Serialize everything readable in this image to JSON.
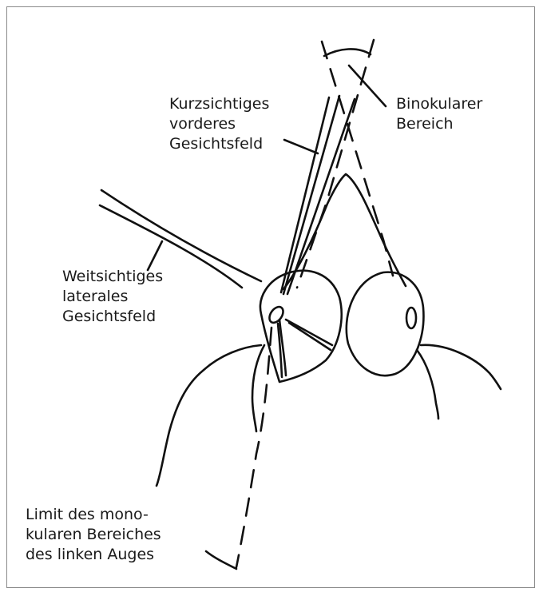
{
  "labels": {
    "binocular_area": "Binokularer\nBereich",
    "short_sighted_front_field": "Kurzsichtiges\nvorderes\nGesichtsfeld",
    "far_sighted_lateral_field": "Weitsichtiges\nlaterales\nGesichtsfeld",
    "monocular_limit_left_eye": "Limit des mono-\nkularen Bereiches\ndes linken Auges"
  },
  "colors": {
    "line": "#111111",
    "frame": "#8a8a8a",
    "background": "#ffffff"
  }
}
